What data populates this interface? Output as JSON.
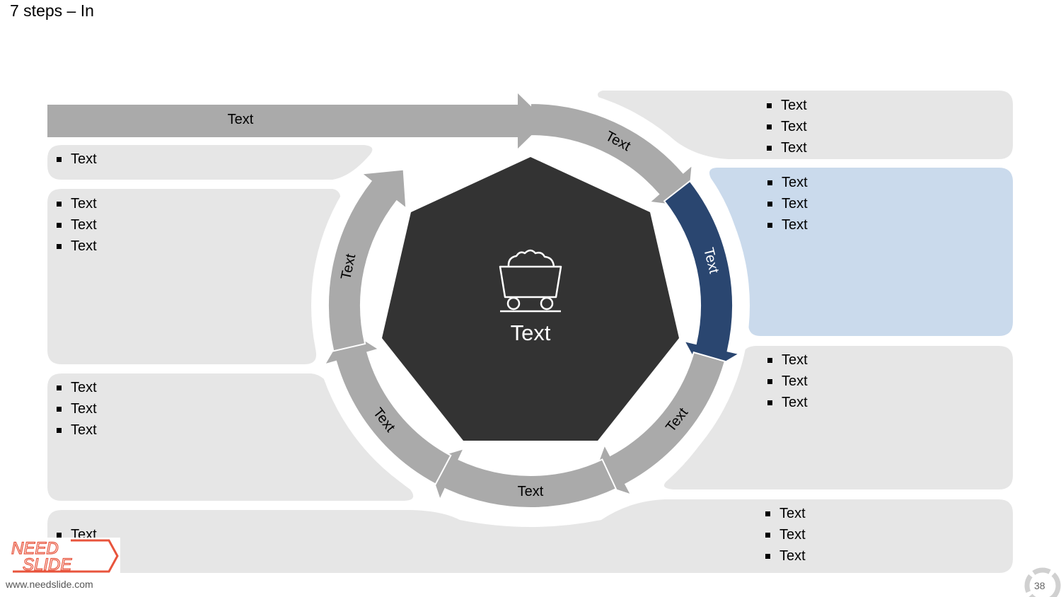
{
  "slide": {
    "title": "7 steps – In",
    "page_number": "38"
  },
  "diagram": {
    "center_label": "Text",
    "center_icon": "mine-cart-icon",
    "top_arrow_label": "Text",
    "ring_steps": [
      {
        "label": "Text",
        "color": "#AAAAAA",
        "highlighted": false
      },
      {
        "label": "Text",
        "color": "#2A4670",
        "highlighted": true
      },
      {
        "label": "Text",
        "color": "#AAAAAA",
        "highlighted": false
      },
      {
        "label": "Text",
        "color": "#AAAAAA",
        "highlighted": false
      },
      {
        "label": "Text",
        "color": "#AAAAAA",
        "highlighted": false
      },
      {
        "label": "Text",
        "color": "#AAAAAA",
        "highlighted": false
      }
    ],
    "colors": {
      "panel": "#E6E6E6",
      "panel_highlight": "#CADAEC",
      "hexagon": "#333333",
      "arrow": "#AAAAAA",
      "arrow_highlight": "#2A4670"
    }
  },
  "panels": {
    "left_top": [
      "Text"
    ],
    "left_middle": [
      "Text",
      "Text",
      "Text"
    ],
    "left_bottom": [
      "Text",
      "Text",
      "Text"
    ],
    "bottom_left": [
      "Text"
    ],
    "right_top": [
      "Text",
      "Text",
      "Text"
    ],
    "right_highlight": [
      "Text",
      "Text",
      "Text"
    ],
    "right_middle": [
      "Text",
      "Text",
      "Text"
    ],
    "right_bottom": [
      "Text",
      "Text",
      "Text"
    ]
  },
  "branding": {
    "logo_line1": "NEED",
    "logo_line2": "SLIDE",
    "url": "www.needslide.com"
  }
}
